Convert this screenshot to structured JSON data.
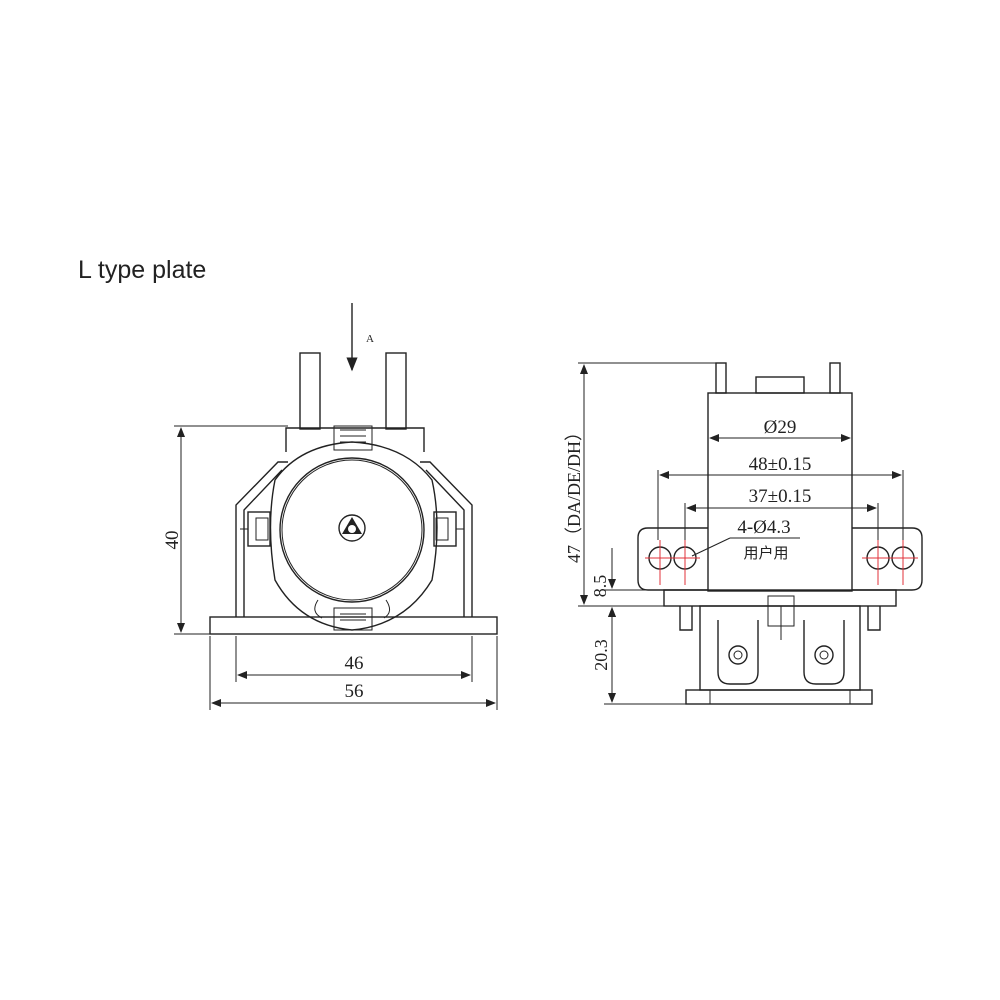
{
  "title": "L type plate",
  "front_view": {
    "arrow_label": "A",
    "height_dim": "40",
    "inner_width_dim": "46",
    "outer_width_dim": "56"
  },
  "side_view": {
    "total_height_dim": "47（DA/DE/DH）",
    "plate_height_dim": "8.5",
    "lower_height_dim": "20.3",
    "diameter_dim": "Ø29",
    "hole_span_outer": "48±0.15",
    "hole_span_inner": "37±0.15",
    "hole_spec": "4-Ø4.3",
    "hole_note": "用户用"
  }
}
